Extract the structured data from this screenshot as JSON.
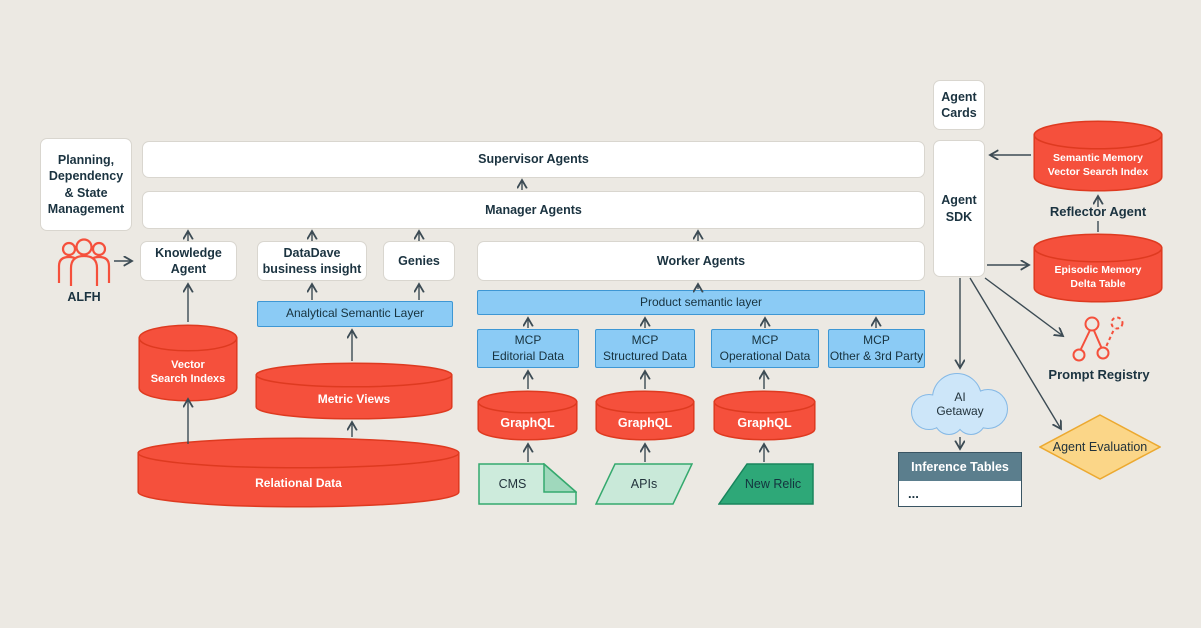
{
  "diagram": {
    "planning": "Planning,\nDependency\n& State\nManagement",
    "alfh": "ALFH",
    "bars": {
      "supervisor": "Supervisor Agents",
      "manager": "Manager Agents",
      "worker": "Worker Agents"
    },
    "agents": {
      "knowledge": "Knowledge\nAgent",
      "datadave": "DataDave\nbusiness insight",
      "genies": "Genies"
    },
    "layers": {
      "analytical": "Analytical Semantic Layer",
      "product": "Product semantic layer"
    },
    "mcp": [
      "MCP\nEditorial Data",
      "MCP\nStructured Data",
      "MCP\nOperational Data",
      "MCP\nOther & 3rd Party"
    ],
    "datastores": {
      "vector": "Vector\nSearch Indexs",
      "metric": "Metric Views",
      "relational": "Relational Data",
      "graphql": "GraphQL",
      "semantic_memory": "Semantic Memory\nVector Search Index",
      "episodic_memory": "Episodic Memory\nDelta Table"
    },
    "sources": {
      "cms": "CMS",
      "apis": "APIs",
      "new_relic": "New Relic"
    },
    "sdk": {
      "agent_cards": "Agent\nCards",
      "agent_sdk": "Agent\nSDK"
    },
    "right": {
      "reflector": "Reflector Agent",
      "prompt_registry": "Prompt Registry",
      "ai_getaway": "AI\nGetaway",
      "inference_tables": "Inference Tables",
      "inference_body": "...",
      "agent_evaluation": "Agent Evaluation"
    },
    "icons": {
      "alfh": "people-group-icon",
      "prompt_registry": "graph-tree-icon",
      "ai_getaway": "cloud-icon"
    },
    "colors": {
      "background": "#ECE9E3",
      "red_fill": "#F5503C",
      "red_stroke": "#DE3A20",
      "blue_fill": "#8BCBF5",
      "blue_stroke": "#3E97D4",
      "green_light": "#CDEBDC",
      "green_fold": "#9FD8BC",
      "green_dark": "#2EA878",
      "green_stroke": "#35A96E",
      "yellow_fill": "#FBD688",
      "yellow_stroke": "#ECA930",
      "slate_header": "#5B7E8D",
      "cloud_fill": "#CDE6F9",
      "cloud_stroke": "#85B9E6",
      "ink": "#1B3340",
      "arrow": "#3C4B54"
    }
  }
}
